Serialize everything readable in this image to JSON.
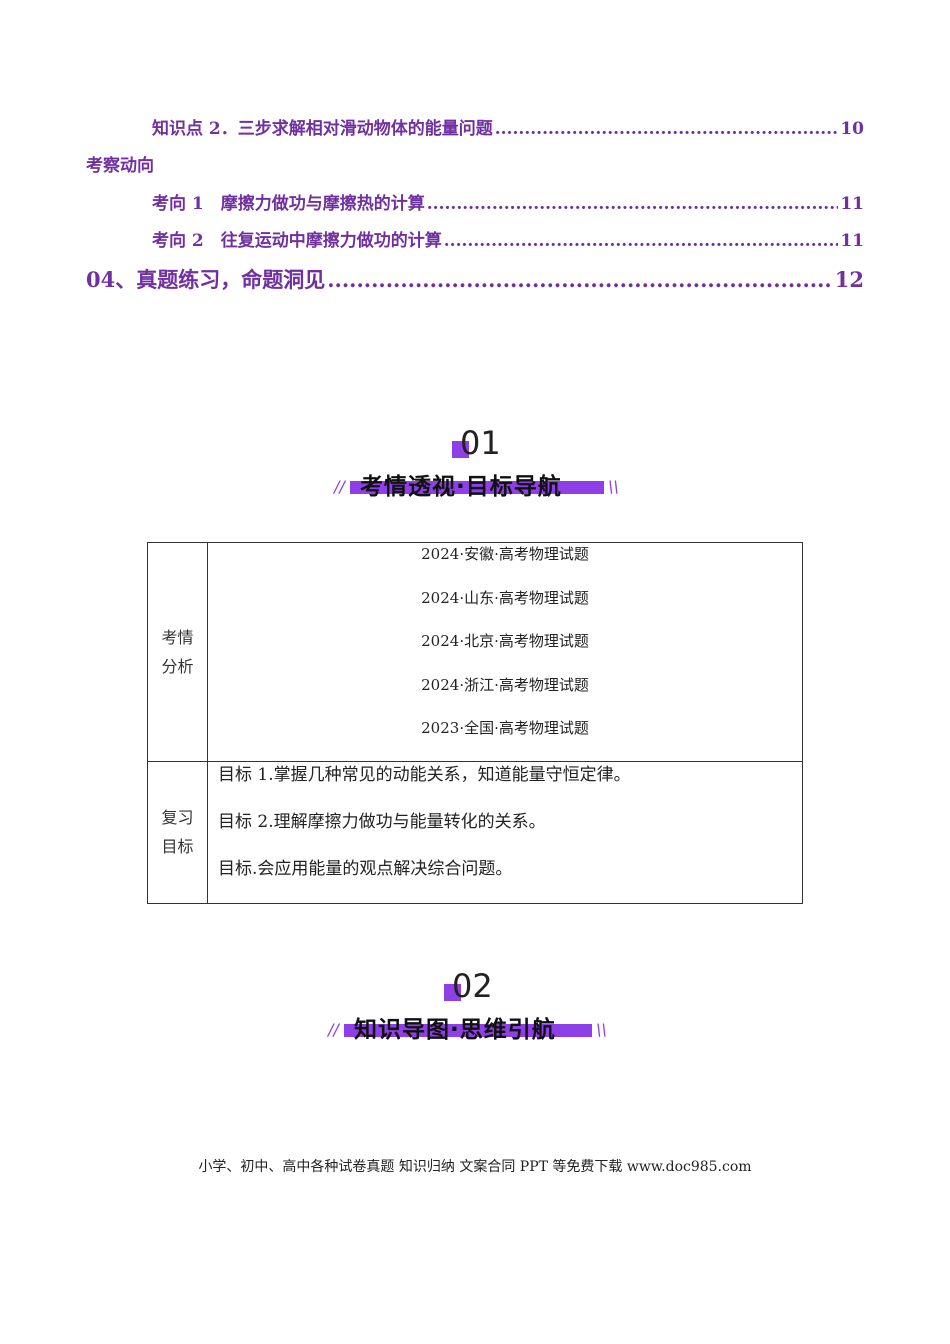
{
  "toc": {
    "entries": [
      {
        "label": "知识点 2．三步求解相对滑动物体的能量问题",
        "page": "10"
      },
      {
        "label": "考向 1　摩擦力做功与摩擦热的计算",
        "page": "11"
      },
      {
        "label": "考向 2　往复运动中摩擦力做功的计算",
        "page": "11"
      },
      {
        "label": "04、真题练习，命题洞见",
        "page": "12"
      }
    ],
    "heading": "考察动向"
  },
  "sections": [
    {
      "number": "01",
      "title": "考情透视·目标导航"
    },
    {
      "number": "02",
      "title": "知识导图·思维引航"
    }
  ],
  "table": {
    "row1_label_a": "考情",
    "row1_label_b": "分析",
    "exams": [
      "2024·安徽·高考物理试题",
      "2024·山东·高考物理试题",
      "2024·北京·高考物理试题",
      "2024·浙江·高考物理试题",
      "2023·全国·高考物理试题"
    ],
    "row2_label_a": "复习",
    "row2_label_b": "目标",
    "goals": [
      "目标 1.掌握几种常见的动能关系，知道能量守恒定律。",
      "目标 2.理解摩擦力做功与能量转化的关系。",
      "目标.会应用能量的观点解决综合问题。"
    ]
  },
  "footer": "小学、初中、高中各种试卷真题  知识归纳  文案合同  PPT 等免费下载      www.doc985.com"
}
